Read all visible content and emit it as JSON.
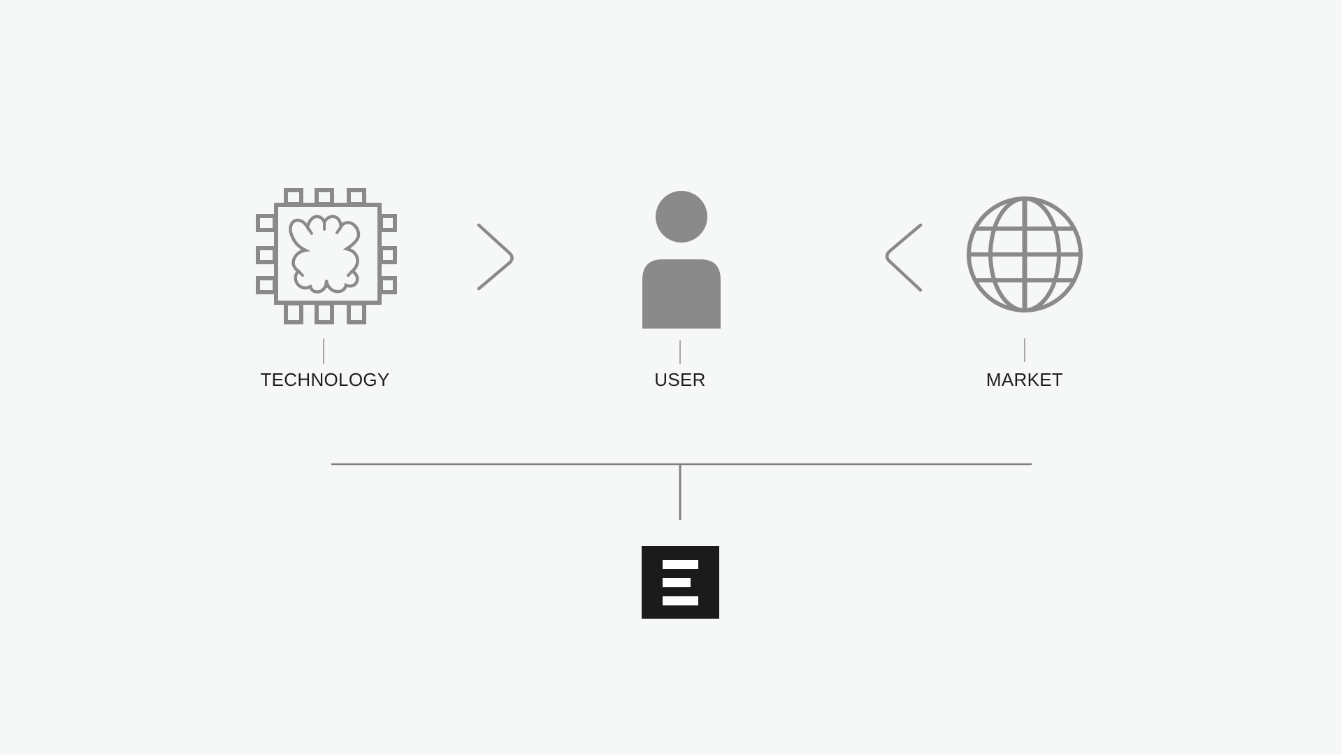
{
  "diagram": {
    "nodes": [
      {
        "id": "technology",
        "label": "TECHNOLOGY",
        "icon": "chip-brain-icon"
      },
      {
        "id": "user",
        "label": "USER",
        "icon": "person-icon"
      },
      {
        "id": "market",
        "label": "MARKET",
        "icon": "globe-icon"
      }
    ],
    "connectors": [
      "chevron-right-icon",
      "chevron-left-icon"
    ],
    "result": {
      "icon": "logo-e-icon"
    }
  },
  "colors": {
    "background": "#f6f8f7",
    "icon": "#8a8a8a",
    "lines": "#7f7f7f",
    "text": "#1c1c1c",
    "logo_bg": "#1b1b1b",
    "logo_fg": "#ffffff"
  }
}
